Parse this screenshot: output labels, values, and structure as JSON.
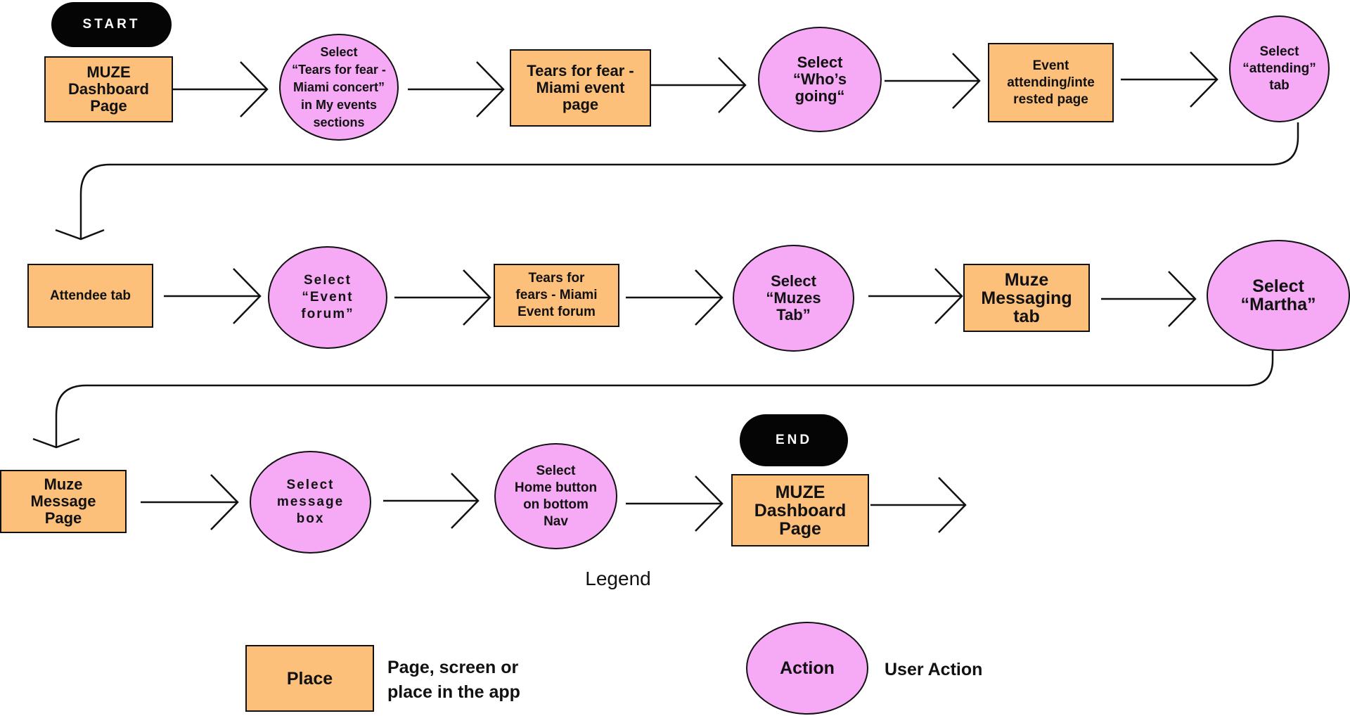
{
  "start_label": "START",
  "end_label": "END",
  "row1": {
    "n1": "MUZE\nDashboard\nPage",
    "n2": "Select\n“Tears for fear -\nMiami concert”\nin  My events\nsections",
    "n3": "Tears for fear -\nMiami event\npage",
    "n4": "Select\n“Who’s\ngoing“",
    "n5": "Event\nattending/inte\nrested page",
    "n6": "Select\n“attending”\ntab"
  },
  "row2": {
    "n1": "Attendee tab",
    "n2": "Select\n“Event\nforum”",
    "n3": "Tears for\nfears - Miami\nEvent forum",
    "n4": "Select\n“Muzes\nTab”",
    "n5": "Muze\nMessaging\ntab",
    "n6": "Select\n“Martha”"
  },
  "row3": {
    "n1": "Muze\nMessage\nPage",
    "n2": "Select\nmessage\nbox",
    "n3": "Select\nHome button\non bottom\nNav",
    "n4": "MUZE\nDashboard\nPage"
  },
  "legend": {
    "title": "Legend",
    "place_label": "Place",
    "place_desc": "Page, screen or\nplace in the app",
    "action_label": "Action",
    "action_desc": "User Action"
  },
  "colors": {
    "place_fill": "#fcc07a",
    "action_fill": "#f6aaf6",
    "pill_fill": "#050505",
    "stroke": "#111111"
  }
}
